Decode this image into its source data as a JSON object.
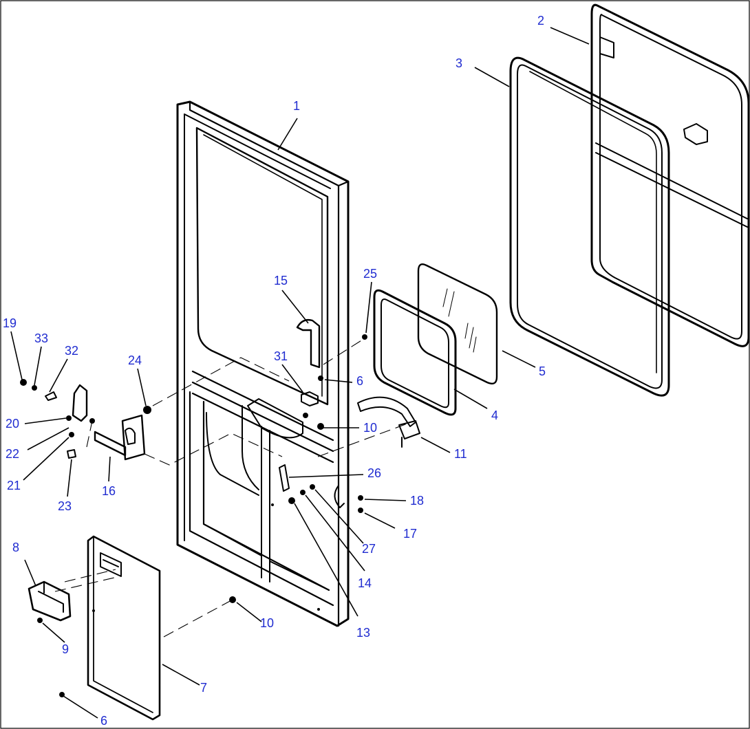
{
  "diagram": {
    "colors": {
      "callout": "#1f2bd0",
      "ink": "#000000",
      "background": "#ffffff"
    },
    "callouts": [
      {
        "id": "c1",
        "text": "1"
      },
      {
        "id": "c2",
        "text": "2"
      },
      {
        "id": "c3",
        "text": "3"
      },
      {
        "id": "c4",
        "text": "4"
      },
      {
        "id": "c5",
        "text": "5"
      },
      {
        "id": "c6a",
        "text": "6"
      },
      {
        "id": "c6b",
        "text": "6"
      },
      {
        "id": "c7",
        "text": "7"
      },
      {
        "id": "c8",
        "text": "8"
      },
      {
        "id": "c9",
        "text": "9"
      },
      {
        "id": "c10a",
        "text": "10"
      },
      {
        "id": "c10b",
        "text": "10"
      },
      {
        "id": "c11",
        "text": "11"
      },
      {
        "id": "c13",
        "text": "13"
      },
      {
        "id": "c14",
        "text": "14"
      },
      {
        "id": "c15",
        "text": "15"
      },
      {
        "id": "c16",
        "text": "16"
      },
      {
        "id": "c17",
        "text": "17"
      },
      {
        "id": "c18",
        "text": "18"
      },
      {
        "id": "c19",
        "text": "19"
      },
      {
        "id": "c20",
        "text": "20"
      },
      {
        "id": "c21",
        "text": "21"
      },
      {
        "id": "c22",
        "text": "22"
      },
      {
        "id": "c23",
        "text": "23"
      },
      {
        "id": "c24",
        "text": "24"
      },
      {
        "id": "c25",
        "text": "25"
      },
      {
        "id": "c26",
        "text": "26"
      },
      {
        "id": "c27",
        "text": "27"
      },
      {
        "id": "c31",
        "text": "31"
      },
      {
        "id": "c32",
        "text": "32"
      },
      {
        "id": "c33",
        "text": "33"
      }
    ]
  }
}
